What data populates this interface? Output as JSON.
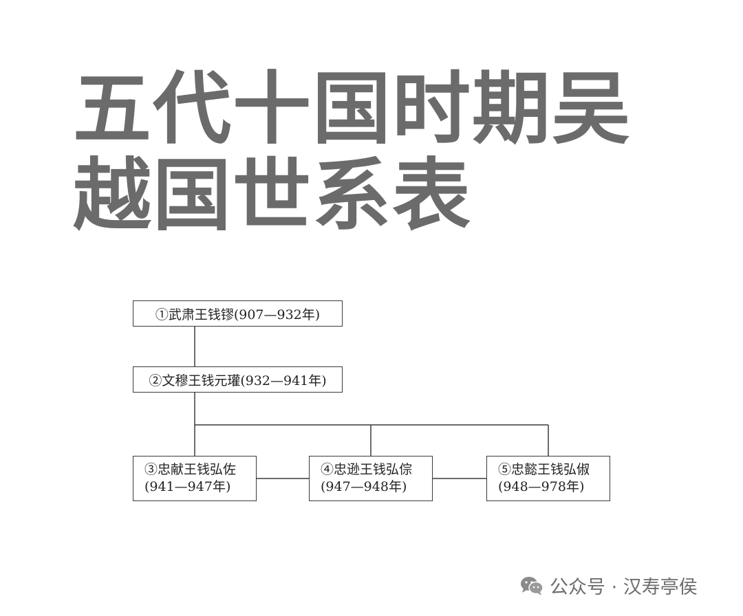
{
  "title": {
    "line1": "五代十国时期吴",
    "line2": "越国世系表"
  },
  "rulers": [
    {
      "text": "①武肃王钱镠(907—932年)"
    },
    {
      "text": "②文穆王钱元瓘(932—941年)"
    },
    {
      "name": "③忠献王钱弘佐",
      "years": "(941—947年)"
    },
    {
      "name": "④忠逊王钱弘倧",
      "years": "(947—948年)"
    },
    {
      "name": "⑤忠懿王钱弘俶",
      "years": "(948—978年)"
    }
  ],
  "watermark": {
    "text": "公众号 · 汉寿亭侯",
    "icon": "wechat-icon"
  }
}
